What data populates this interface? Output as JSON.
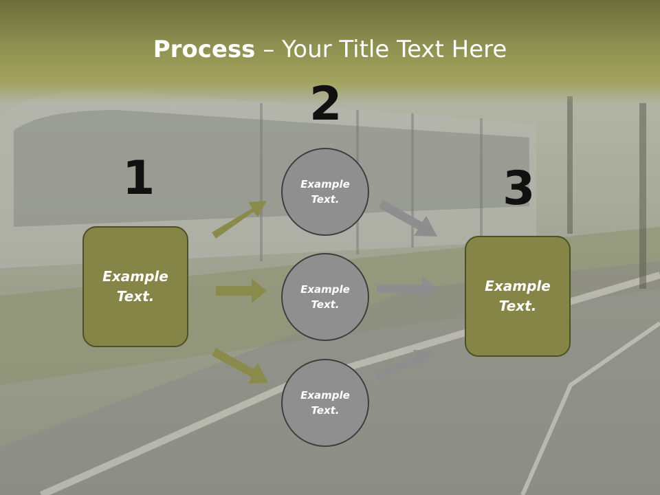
{
  "title": {
    "bold": "Process",
    "rest": " – Your Title Text Here"
  },
  "steps": {
    "one": {
      "number": "1",
      "text": "Example Text."
    },
    "two": {
      "number": "2"
    },
    "three": {
      "number": "3",
      "text": "Example Text."
    }
  },
  "circles": [
    {
      "text": "Example Text."
    },
    {
      "text": "Example Text."
    },
    {
      "text": "Example Text."
    }
  ],
  "colors": {
    "olive": "#848546",
    "gray": "#8f8f8f",
    "arrow_olive": "#8a8b4a",
    "arrow_gray": "#8e8e8e"
  }
}
